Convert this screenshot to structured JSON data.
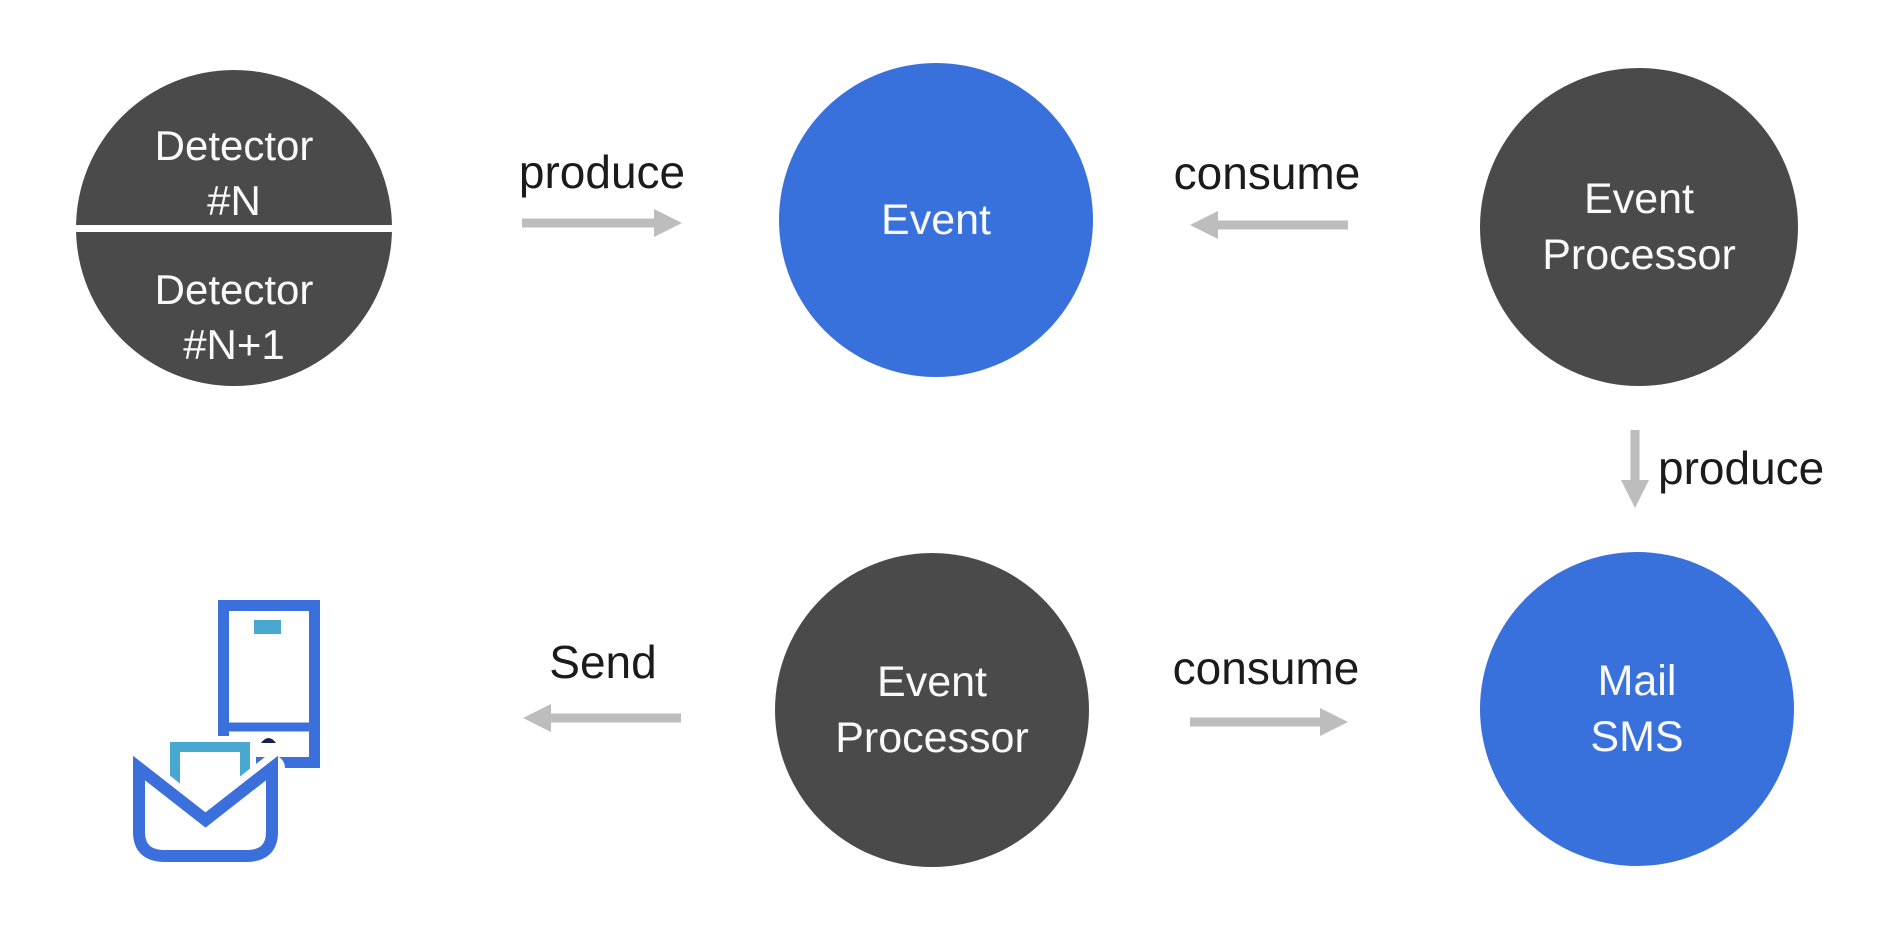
{
  "diagram": {
    "nodes": {
      "detector_top": {
        "line1": "Detector",
        "line2": "#N"
      },
      "detector_bottom": {
        "line1": "Detector",
        "line2": "#N+1"
      },
      "event": {
        "label": "Event"
      },
      "event_processor_top": {
        "line1": "Event",
        "line2": "Processor"
      },
      "mail_sms": {
        "line1": "Mail",
        "line2": "SMS"
      },
      "event_processor_bottom": {
        "line1": "Event",
        "line2": "Processor"
      }
    },
    "edges": {
      "produce_top": {
        "label": "produce",
        "from": "detector",
        "to": "event",
        "direction": "right"
      },
      "consume_top": {
        "label": "consume",
        "from": "event_processor_top",
        "to": "event",
        "direction": "left"
      },
      "produce_down": {
        "label": "produce",
        "from": "event_processor_top",
        "to": "mail_sms",
        "direction": "down"
      },
      "send": {
        "label": "Send",
        "from": "event_processor_bottom",
        "to": "phone_mail_icon",
        "direction": "left"
      },
      "consume_bottom": {
        "label": "consume",
        "from": "event_processor_bottom",
        "to": "mail_sms",
        "direction": "right"
      }
    },
    "icons": {
      "phone_mail": "phone-and-envelope-icon"
    },
    "colors": {
      "node_dark": "#4a4a4a",
      "node_blue": "#3870dc",
      "arrow_gray": "#bdbdbd",
      "label_text": "#1b1b1b",
      "node_text": "#fafafa",
      "icon_blue": "#3b70dc",
      "icon_teal": "#49a8d0",
      "icon_navy": "#17214d",
      "background": "#ffffff"
    }
  }
}
